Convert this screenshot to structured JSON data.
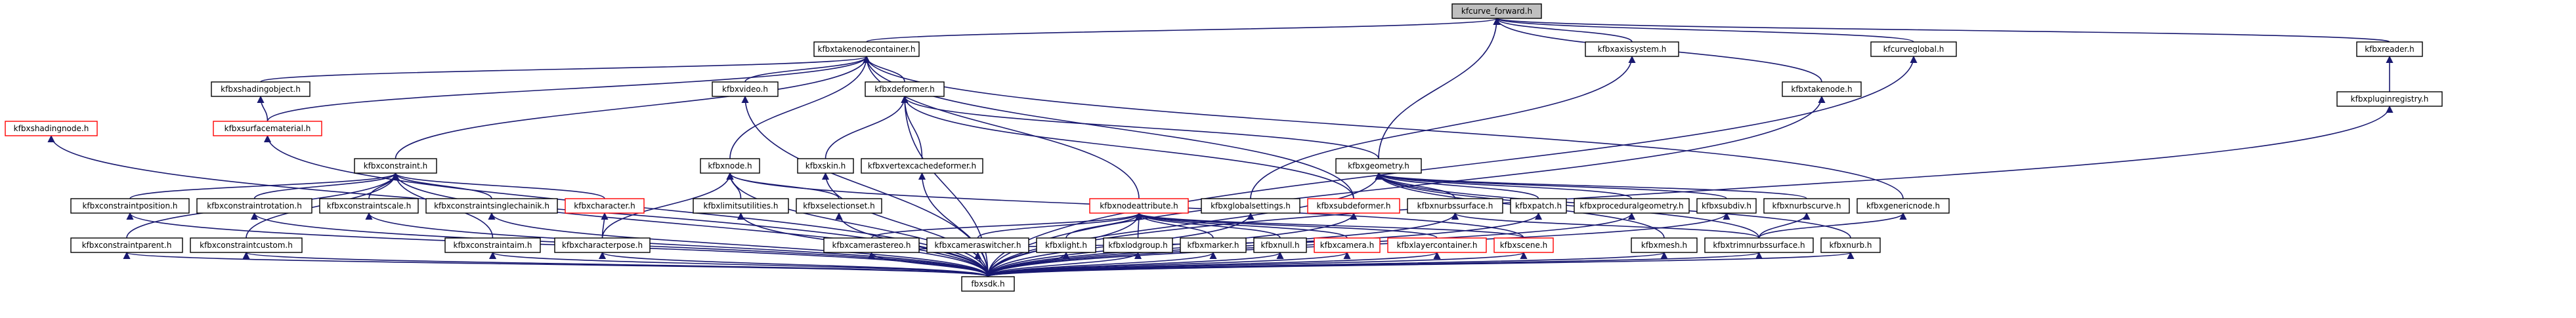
{
  "diagram": {
    "colors": {
      "node_fill": "#ffffff",
      "node_border_default": "#000000",
      "node_border_highlighted": "#ff0000",
      "root_fill": "#bfbfbf",
      "edge": "#191970",
      "text": "#000000"
    },
    "nodes": [
      {
        "id": "kfcurve_forward",
        "label": "kfcurve_forward.h",
        "style": "root"
      },
      {
        "id": "fbxtakenodecontainer",
        "label": "kfbxtakenodecontainer.h",
        "style": "default"
      },
      {
        "id": "fbxaxissystem",
        "label": "kfbxaxissystem.h",
        "style": "default"
      },
      {
        "id": "fbxcurveglobal",
        "label": "kfcurveglobal.h",
        "style": "default"
      },
      {
        "id": "fbxreader",
        "label": "kfbxreader.h",
        "style": "default"
      },
      {
        "id": "fbxshadingobject",
        "label": "kfbxshadingobject.h",
        "style": "default"
      },
      {
        "id": "fbxvideo",
        "label": "kfbxvideo.h",
        "style": "default"
      },
      {
        "id": "fbxdeformer",
        "label": "kfbxdeformer.h",
        "style": "default"
      },
      {
        "id": "fbxtakenode",
        "label": "kfbxtakenode.h",
        "style": "default"
      },
      {
        "id": "fbxplugin",
        "label": "kfbxpluginregistry.h",
        "style": "default"
      },
      {
        "id": "fbxshadingnode",
        "label": "kfbxshadingnode.h",
        "style": "highlighted"
      },
      {
        "id": "fbxsurfacematerial",
        "label": "kfbxsurfacematerial.h",
        "style": "highlighted"
      },
      {
        "id": "fbxconstraint",
        "label": "kfbxconstraint.h",
        "style": "default"
      },
      {
        "id": "fbxnode",
        "label": "kfbxnode.h",
        "style": "default"
      },
      {
        "id": "fbxskin",
        "label": "kfbxskin.h",
        "style": "default"
      },
      {
        "id": "fbxvertexcache",
        "label": "kfbxvertexcachedeformer.h",
        "style": "default"
      },
      {
        "id": "fbxgeometry",
        "label": "kfbxgeometry.h",
        "style": "default"
      },
      {
        "id": "fbxconstraintposition",
        "label": "kfbxconstraintposition.h",
        "style": "default"
      },
      {
        "id": "fbxconstraintrotation",
        "label": "kfbxconstraintrotation.h",
        "style": "default"
      },
      {
        "id": "fbxconstraintscale",
        "label": "kfbxconstraintscale.h",
        "style": "default"
      },
      {
        "id": "fbxconstraintsinglechain",
        "label": "kfbxconstraintsinglechainik.h",
        "style": "default"
      },
      {
        "id": "fbxcharacter",
        "label": "kfbxcharacter.h",
        "style": "highlighted"
      },
      {
        "id": "fbxlimitsutilities",
        "label": "kfbxlimitsutilities.h",
        "style": "default"
      },
      {
        "id": "fbxselectionset",
        "label": "kfbxselectionset.h",
        "style": "default"
      },
      {
        "id": "fbxnodeattribute",
        "label": "kfbxnodeattribute.h",
        "style": "highlighted"
      },
      {
        "id": "fbxglobalsettings",
        "label": "kfbxglobalsettings.h",
        "style": "default"
      },
      {
        "id": "fbxsubdeformer",
        "label": "kfbxsubdeformer.h",
        "style": "highlighted"
      },
      {
        "id": "fbxnurbssurface",
        "label": "kfbxnurbssurface.h",
        "style": "default"
      },
      {
        "id": "fbxpatch",
        "label": "kfbxpatch.h",
        "style": "default"
      },
      {
        "id": "fbxproceduralgeometry",
        "label": "kfbxproceduralgeometry.h",
        "style": "default"
      },
      {
        "id": "fbxsubdiv",
        "label": "kfbxsubdiv.h",
        "style": "default"
      },
      {
        "id": "fbxnurbscurve",
        "label": "kfbxnurbscurve.h",
        "style": "default"
      },
      {
        "id": "fbxgenericnode",
        "label": "kfbxgenericnode.h",
        "style": "default"
      },
      {
        "id": "fbxconstraintparent",
        "label": "kfbxconstraintparent.h",
        "style": "default"
      },
      {
        "id": "fbxconstraintcustom",
        "label": "kfbxconstraintcustom.h",
        "style": "default"
      },
      {
        "id": "fbxconstraintaim",
        "label": "kfbxconstraintaim.h",
        "style": "default"
      },
      {
        "id": "fbxcharacterpose",
        "label": "kfbxcharacterpose.h",
        "style": "default"
      },
      {
        "id": "fbxcamerastereo",
        "label": "kfbxcamerastereo.h",
        "style": "default"
      },
      {
        "id": "fbxcameraswitcher",
        "label": "kfbxcameraswitcher.h",
        "style": "default"
      },
      {
        "id": "fbxlight",
        "label": "kfbxlight.h",
        "style": "default"
      },
      {
        "id": "fbxlodgroup",
        "label": "kfbxlodgroup.h",
        "style": "default"
      },
      {
        "id": "fbxmarker",
        "label": "kfbxmarker.h",
        "style": "default"
      },
      {
        "id": "fbxnull",
        "label": "kfbxnull.h",
        "style": "default"
      },
      {
        "id": "fbxcamera",
        "label": "kfbxcamera.h",
        "style": "highlighted"
      },
      {
        "id": "fbxlayercontainer",
        "label": "kfbxlayercontainer.h",
        "style": "highlighted"
      },
      {
        "id": "fbxscene",
        "label": "kfbxscene.h",
        "style": "highlighted"
      },
      {
        "id": "fbxmesh",
        "label": "kfbxmesh.h",
        "style": "default"
      },
      {
        "id": "fbxtrimnurbs",
        "label": "kfbxtrimnurbssurface.h",
        "style": "default"
      },
      {
        "id": "fbxnurb",
        "label": "kfbxnurb.h",
        "style": "default"
      },
      {
        "id": "fbxsdk",
        "label": "fbxsdk.h",
        "style": "default"
      }
    ],
    "edges": [
      [
        "fbxtakenodecontainer",
        "kfcurve_forward"
      ],
      [
        "fbxaxissystem",
        "kfcurve_forward"
      ],
      [
        "fbxcurveglobal",
        "kfcurve_forward"
      ],
      [
        "fbxreader",
        "kfcurve_forward"
      ],
      [
        "fbxtakenode",
        "kfcurve_forward"
      ],
      [
        "fbxgeometry",
        "kfcurve_forward"
      ],
      [
        "fbxshadingobject",
        "fbxtakenodecontainer"
      ],
      [
        "fbxvideo",
        "fbxtakenodecontainer"
      ],
      [
        "fbxdeformer",
        "fbxtakenodecontainer"
      ],
      [
        "fbxsurfacematerial",
        "fbxtakenodecontainer"
      ],
      [
        "fbxconstraint",
        "fbxtakenodecontainer"
      ],
      [
        "fbxnode",
        "fbxtakenodecontainer"
      ],
      [
        "fbxnodeattribute",
        "fbxtakenodecontainer"
      ],
      [
        "fbxsubdeformer",
        "fbxtakenodecontainer"
      ],
      [
        "fbxgenericnode",
        "fbxtakenodecontainer"
      ],
      [
        "fbxglobalsettings",
        "fbxaxissystem"
      ],
      [
        "fbxplugin",
        "fbxreader"
      ],
      [
        "fbxsurfacematerial",
        "fbxshadingobject"
      ],
      [
        "fbxskin",
        "fbxdeformer"
      ],
      [
        "fbxvertexcache",
        "fbxdeformer"
      ],
      [
        "fbxsubdeformer",
        "fbxdeformer"
      ],
      [
        "fbxgeometry",
        "fbxdeformer"
      ],
      [
        "fbxconstraintposition",
        "fbxconstraint"
      ],
      [
        "fbxconstraintrotation",
        "fbxconstraint"
      ],
      [
        "fbxconstraintscale",
        "fbxconstraint"
      ],
      [
        "fbxconstraintsinglechain",
        "fbxconstraint"
      ],
      [
        "fbxcharacter",
        "fbxconstraint"
      ],
      [
        "fbxconstraintparent",
        "fbxconstraint"
      ],
      [
        "fbxconstraintcustom",
        "fbxconstraint"
      ],
      [
        "fbxconstraintaim",
        "fbxconstraint"
      ],
      [
        "fbxlimitsutilities",
        "fbxnode"
      ],
      [
        "fbxselectionset",
        "fbxnode"
      ],
      [
        "fbxcharacterpose",
        "fbxnode"
      ],
      [
        "fbxscene",
        "fbxnode"
      ],
      [
        "fbxcharacterpose",
        "fbxcharacter"
      ],
      [
        "fbxnurbssurface",
        "fbxgeometry"
      ],
      [
        "fbxpatch",
        "fbxgeometry"
      ],
      [
        "fbxproceduralgeometry",
        "fbxgeometry"
      ],
      [
        "fbxsubdiv",
        "fbxgeometry"
      ],
      [
        "fbxnurbscurve",
        "fbxgeometry"
      ],
      [
        "fbxmesh",
        "fbxgeometry"
      ],
      [
        "fbxtrimnurbs",
        "fbxgeometry"
      ],
      [
        "fbxnurb",
        "fbxgeometry"
      ],
      [
        "fbxtrimnurbs",
        "fbxnurbssurface"
      ],
      [
        "fbxtrimnurbs",
        "fbxnurbscurve"
      ],
      [
        "fbxtrimnurbs",
        "fbxgenericnode"
      ],
      [
        "fbxcamerastereo",
        "fbxnodeattribute"
      ],
      [
        "fbxcameraswitcher",
        "fbxnodeattribute"
      ],
      [
        "fbxlight",
        "fbxnodeattribute"
      ],
      [
        "fbxlodgroup",
        "fbxnodeattribute"
      ],
      [
        "fbxmarker",
        "fbxnodeattribute"
      ],
      [
        "fbxnull",
        "fbxnodeattribute"
      ],
      [
        "fbxcamera",
        "fbxnodeattribute"
      ],
      [
        "fbxlayercontainer",
        "fbxnodeattribute"
      ],
      [
        "fbxscene",
        "fbxnodeattribute"
      ],
      [
        "fbxcamerastereo",
        "fbxcamera"
      ],
      [
        "fbxsdk",
        "fbxshadingnode"
      ],
      [
        "fbxsdk",
        "fbxsurfacematerial"
      ],
      [
        "fbxsdk",
        "fbxvideo"
      ],
      [
        "fbxsdk",
        "fbxnode"
      ],
      [
        "fbxsdk",
        "fbxskin"
      ],
      [
        "fbxsdk",
        "fbxvertexcache"
      ],
      [
        "fbxsdk",
        "fbxdeformer"
      ],
      [
        "fbxsdk",
        "fbxconstraint"
      ],
      [
        "fbxsdk",
        "fbxconstraintposition"
      ],
      [
        "fbxsdk",
        "fbxconstraintrotation"
      ],
      [
        "fbxsdk",
        "fbxconstraintscale"
      ],
      [
        "fbxsdk",
        "fbxconstraintsinglechain"
      ],
      [
        "fbxsdk",
        "fbxconstraintparent"
      ],
      [
        "fbxsdk",
        "fbxconstraintcustom"
      ],
      [
        "fbxsdk",
        "fbxconstraintaim"
      ],
      [
        "fbxsdk",
        "fbxcharacterpose"
      ],
      [
        "fbxsdk",
        "fbxlimitsutilities"
      ],
      [
        "fbxsdk",
        "fbxselectionset"
      ],
      [
        "fbxsdk",
        "fbxnodeattribute"
      ],
      [
        "fbxsdk",
        "fbxcamerastereo"
      ],
      [
        "fbxsdk",
        "fbxcameraswitcher"
      ],
      [
        "fbxsdk",
        "fbxlight"
      ],
      [
        "fbxsdk",
        "fbxlodgroup"
      ],
      [
        "fbxsdk",
        "fbxmarker"
      ],
      [
        "fbxsdk",
        "fbxnull"
      ],
      [
        "fbxsdk",
        "fbxcamera"
      ],
      [
        "fbxsdk",
        "fbxlayercontainer"
      ],
      [
        "fbxsdk",
        "fbxscene"
      ],
      [
        "fbxsdk",
        "fbxglobalsettings"
      ],
      [
        "fbxsdk",
        "fbxsubdeformer"
      ],
      [
        "fbxsdk",
        "fbxgeometry"
      ],
      [
        "fbxsdk",
        "fbxnurbssurface"
      ],
      [
        "fbxsdk",
        "fbxpatch"
      ],
      [
        "fbxsdk",
        "fbxproceduralgeometry"
      ],
      [
        "fbxsdk",
        "fbxsubdiv"
      ],
      [
        "fbxsdk",
        "fbxmesh"
      ],
      [
        "fbxsdk",
        "fbxtrimnurbs"
      ],
      [
        "fbxsdk",
        "fbxnurb"
      ],
      [
        "fbxsdk",
        "fbxtakenode"
      ],
      [
        "fbxsdk",
        "fbxcurveglobal"
      ],
      [
        "fbxsdk",
        "fbxplugin"
      ]
    ]
  }
}
